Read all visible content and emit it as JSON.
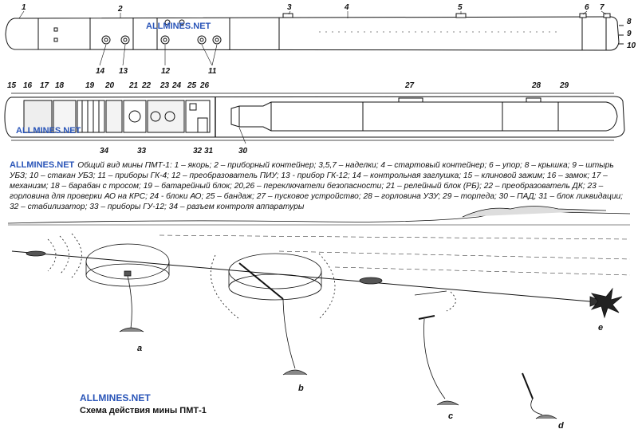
{
  "watermark": "ALLMINES.NET",
  "top_labels": [
    "1",
    "2",
    "3",
    "4",
    "5",
    "6",
    "7",
    "8",
    "9",
    "10",
    "14",
    "13",
    "12",
    "11"
  ],
  "bottom_labels": [
    "15",
    "16",
    "17",
    "18",
    "19",
    "20",
    "21",
    "22",
    "23",
    "24",
    "25",
    "26",
    "27",
    "28",
    "29",
    "34",
    "33",
    "32",
    "31",
    "30"
  ],
  "caption_text": "Общий вид мины ПМТ-1: 1 – якорь; 2 – приборный контейнер; 3,5,7 – наделки; 4 – стартовый контейнер; 6 – упор; 8 – крышка; 9 – штырь УБЗ; 10 – стакан УБЗ; 11 – приборы ГК-4; 12 – преобразователь ПИУ; 13 - прибор ГК-12; 14 – контрольная заглушка; 15 – клиновой зажим; 16 – замок; 17 – механизм; 18 – барабан с тросом; 19 – батарейный блок; 20,26 – переключатели безопасности; 21 – релейный блок (РБ); 22 – преобразователь ДК; 23 – горловина для проверки АО на КРС; 24 - блоки АО; 25 – бандаж; 27 – пусковое устройство; 28 – горловина УЗУ; 29 – торпеда; 30 – ПАД; 31 – блок ликвидации; 32 – стабилизатор; 33 – приборы ГУ-12; 34 – разъем контроля аппаратуры",
  "scheme_title": "Схема действия мины ПМТ-1",
  "scheme_labels": [
    "a",
    "b",
    "c",
    "d",
    "e"
  ]
}
